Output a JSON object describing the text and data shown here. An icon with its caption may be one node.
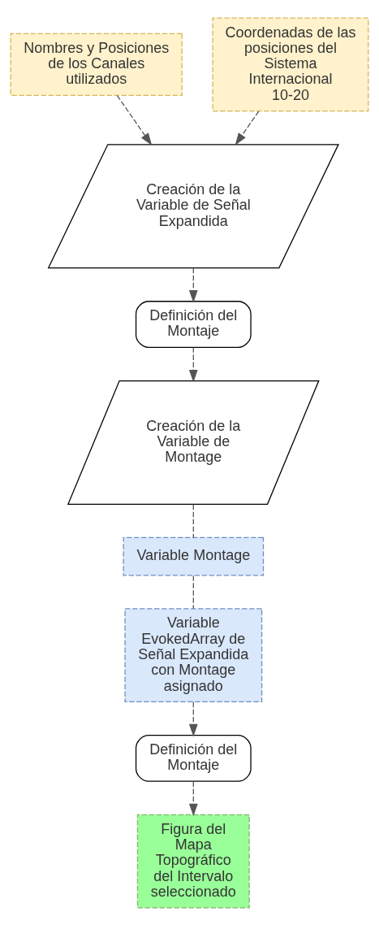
{
  "diagram": {
    "nodes": [
      {
        "text": [
          "Nombres y Posiciones de los Canales utilizados"
        ]
      },
      {
        "text": [
          "Coordenadas de las posiciones del Sistema Internacional 10-20"
        ]
      },
      {
        "text": [
          "Creación de la Variable de Señal Expandida"
        ]
      },
      {
        "text": [
          "Definición del Montaje"
        ]
      },
      {
        "text": [
          "Creación de la Variable de Montage"
        ]
      },
      {
        "text": [
          "Variable Montage"
        ]
      },
      {
        "text": [
          "Variable EvokedArray de Señal Expandida con Montage asignado"
        ]
      },
      {
        "text": [
          "Definición del Montaje"
        ]
      },
      {
        "text": [
          "Figura del Mapa Topográfico del Intervalo seleccionado"
        ]
      }
    ],
    "edges": [
      {
        "from": 0,
        "to": 2,
        "arrow": "to",
        "style": "dashed"
      },
      {
        "from": 1,
        "to": 2,
        "arrow": "to",
        "style": "dashed"
      },
      {
        "from": 2,
        "to": 3,
        "arrow": "to",
        "style": "dashed"
      },
      {
        "from": 3,
        "to": 4,
        "arrow": "to",
        "style": "dashed"
      },
      {
        "from": 4,
        "to": 5,
        "arrow": "none",
        "style": "dashed"
      },
      {
        "from": 5,
        "to": 6,
        "arrow": "none",
        "style": "dashed"
      },
      {
        "from": 6,
        "to": 7,
        "arrow": "to",
        "style": "dashed"
      },
      {
        "from": 7,
        "to": 8,
        "arrow": "to",
        "style": "dashed"
      }
    ]
  }
}
